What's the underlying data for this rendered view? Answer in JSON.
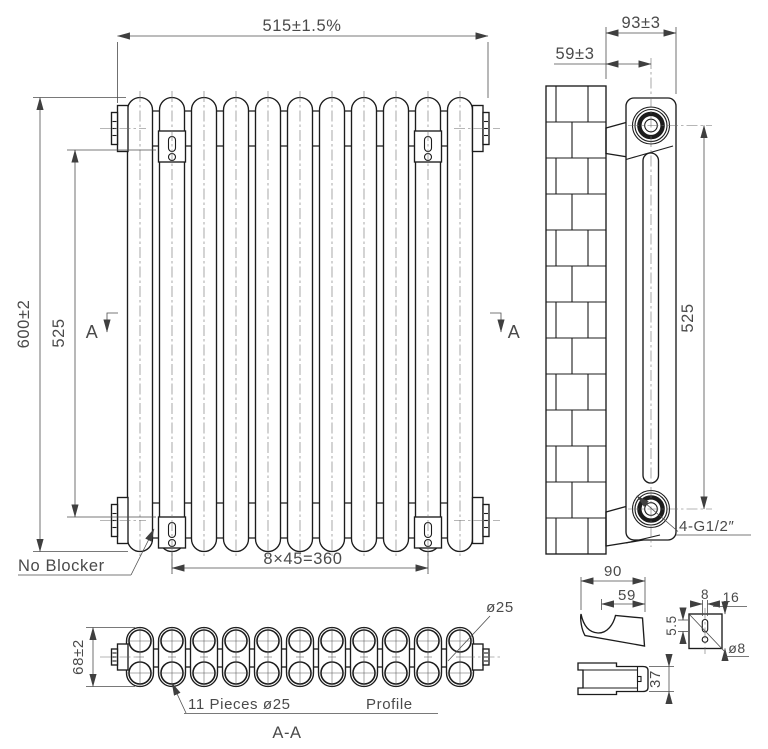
{
  "drawing": {
    "front_view": {
      "dim_width": "515±1.5%",
      "dim_height": "600±2",
      "dim_bracket_span": "525",
      "dim_column_pitch": "8×45=360",
      "note_no_blocker": "No Blocker",
      "section_marker": "A"
    },
    "side_view": {
      "dim_depth": "93±3",
      "dim_wall_to_center": "59±3",
      "dim_connection_span": "525",
      "connections_label": "4-G1/2″"
    },
    "section_view": {
      "title": "A-A",
      "dim_depth": "68±2",
      "pieces_label": "11 Pieces ø25",
      "profile_label": "Profile",
      "dim_tube_dia": "ø25"
    },
    "bracket_detail": {
      "dim_hook_length": "90",
      "dim_hook_offset": "59",
      "dim_clip_height": "37",
      "dim_plate_slot_width": "8",
      "dim_plate_height": "16",
      "dim_plate_slot_offset": "5.5",
      "dim_plate_hole_dia": "ø8"
    },
    "colors": {
      "line": "#1c1c1c",
      "dim_line": "#4d4d4d",
      "text": "#4a4a4a",
      "background": "#ffffff"
    }
  }
}
